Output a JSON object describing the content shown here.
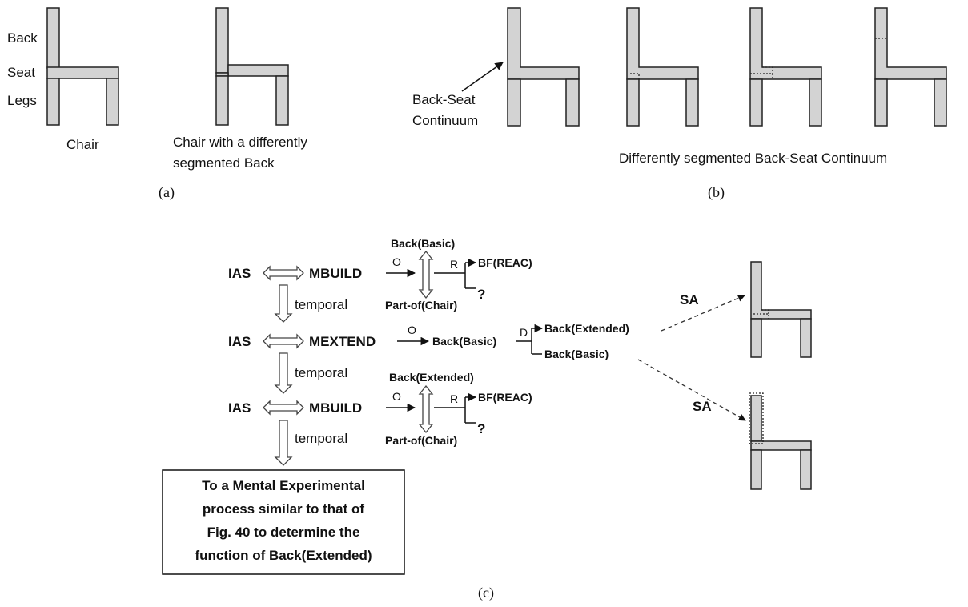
{
  "panel_a": {
    "back_label": "Back",
    "seat_label": "Seat",
    "legs_label": "Legs",
    "chair_caption": "Chair",
    "segmented_caption_line1": "Chair with a differently",
    "segmented_caption_line2": "segmented Back",
    "panel_label": "(a)"
  },
  "panel_b": {
    "continuum_label_line1": "Back-Seat",
    "continuum_label_line2": "Continuum",
    "caption": "Differently segmented Back-Seat Continuum",
    "panel_label": "(b)"
  },
  "panel_c": {
    "row1": {
      "ias": "IAS",
      "process": "MBUILD",
      "o": "O",
      "top": "Back(Basic)",
      "bottom": "Part-of(Chair)",
      "r": "R",
      "bf": "BF(REAC)",
      "q": "?"
    },
    "temporal_1": "temporal",
    "row2": {
      "ias": "IAS",
      "process": "MEXTEND",
      "o": "O",
      "target": "Back(Basic)",
      "d": "D",
      "out1": "Back(Extended)",
      "out2": "Back(Basic)"
    },
    "temporal_2": "temporal",
    "row3": {
      "ias": "IAS",
      "process": "MBUILD",
      "o": "O",
      "top": "Back(Extended)",
      "bottom": "Part-of(Chair)",
      "r": "R",
      "bf": "BF(REAC)",
      "q": "?"
    },
    "temporal_3": "temporal",
    "sa_1": "SA",
    "sa_2": "SA",
    "box_lines": [
      "To a Mental Experimental",
      "process similar to that of",
      "Fig. 40 to determine the",
      "function of Back(Extended)"
    ],
    "panel_label": "(c)"
  }
}
